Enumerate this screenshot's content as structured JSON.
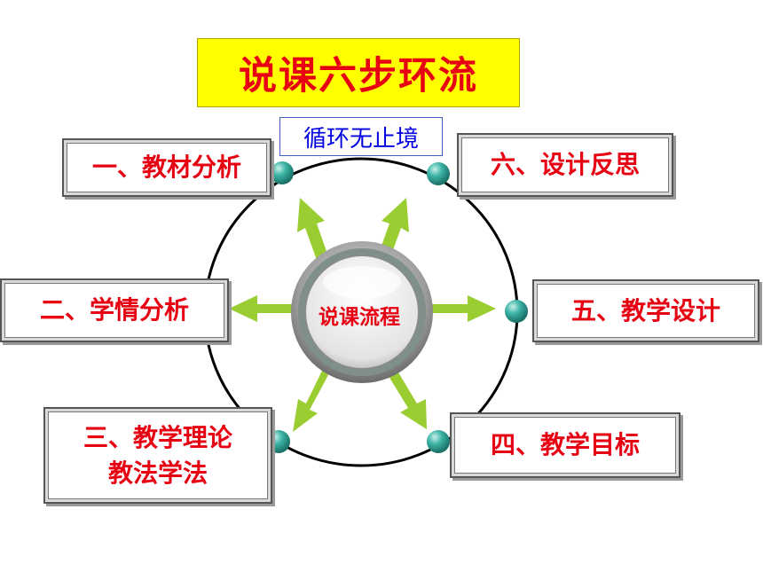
{
  "title": "说课六步环流",
  "subtitle": "循环无止境",
  "center": "说课流程",
  "steps": {
    "s1": "一、教材分析",
    "s2": "二、学情分析",
    "s3_line1": "三、教学理论",
    "s3_line2": "教法学法",
    "s4": "四、教学目标",
    "s5": "五、教学设计",
    "s6": "六、设计反思"
  },
  "colors": {
    "title_bg": "#ffff00",
    "title_text": "#e60012",
    "subtitle_text": "#0000e0",
    "step_text": "#e60012",
    "arrow": "#9acd32",
    "node": "#2aa198",
    "ring": "#000000"
  }
}
